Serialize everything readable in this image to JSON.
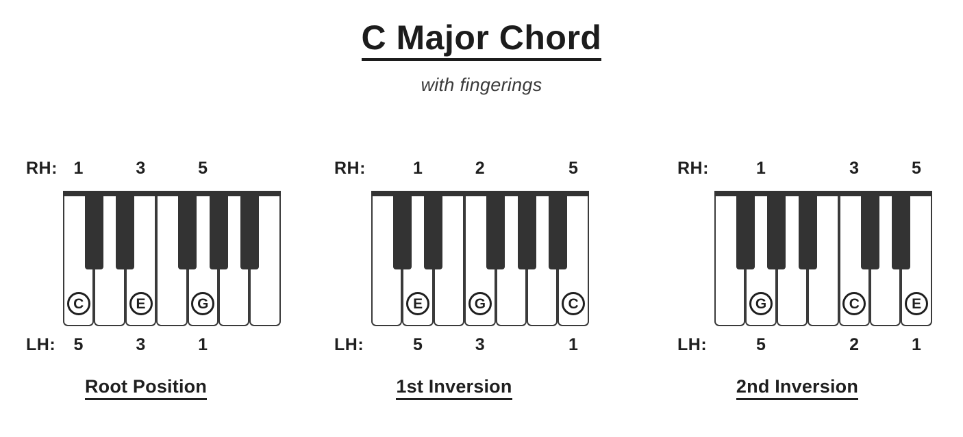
{
  "header": {
    "title": "C Major Chord",
    "subtitle": "with fingerings"
  },
  "labels": {
    "right_hand": "RH:",
    "left_hand": "LH:"
  },
  "colors": {
    "black_key": "#333333",
    "outline": "#3a3a3a",
    "text": "#1f1f1f",
    "background": "#ffffff"
  },
  "diagrams": [
    {
      "caption": "Root Position",
      "white_key_count": 7,
      "black_key_slots": [
        1,
        2,
        4,
        5,
        6
      ],
      "notes": [
        {
          "name": "C",
          "white_key_index": 1,
          "rh": "1",
          "lh": "5"
        },
        {
          "name": "E",
          "white_key_index": 3,
          "rh": "3",
          "lh": "3"
        },
        {
          "name": "G",
          "white_key_index": 5,
          "rh": "5",
          "lh": "1"
        }
      ]
    },
    {
      "caption": "1st Inversion",
      "white_key_count": 7,
      "black_key_slots": [
        1,
        2,
        4,
        5,
        6
      ],
      "notes": [
        {
          "name": "E",
          "white_key_index": 2,
          "rh": "1",
          "lh": "5"
        },
        {
          "name": "G",
          "white_key_index": 4,
          "rh": "2",
          "lh": "3"
        },
        {
          "name": "C",
          "white_key_index": 7,
          "rh": "5",
          "lh": "1"
        }
      ]
    },
    {
      "caption": "2nd Inversion",
      "white_key_count": 7,
      "black_key_slots": [
        1,
        2,
        3,
        5,
        6
      ],
      "notes": [
        {
          "name": "G",
          "white_key_index": 2,
          "rh": "1",
          "lh": "5"
        },
        {
          "name": "C",
          "white_key_index": 5,
          "rh": "3",
          "lh": "2"
        },
        {
          "name": "E",
          "white_key_index": 7,
          "rh": "5",
          "lh": "1"
        }
      ]
    }
  ]
}
